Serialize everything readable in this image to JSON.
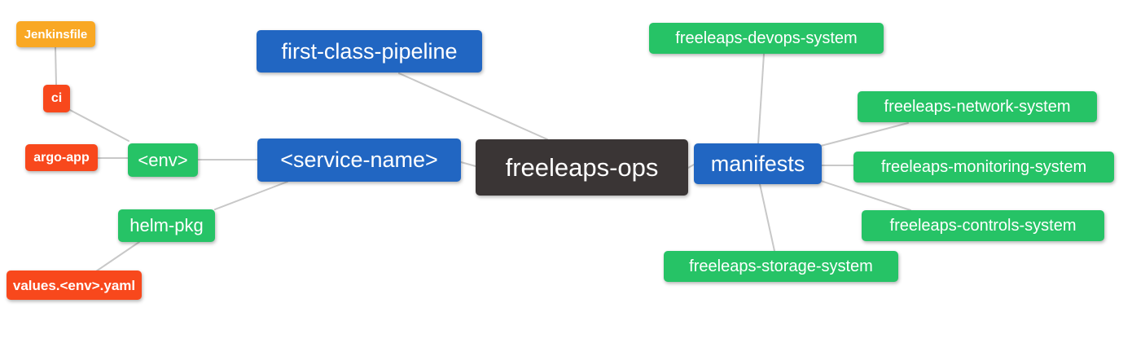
{
  "colors": {
    "blue": "#2166c2",
    "green": "#26c366",
    "orange": "#f9a824",
    "red": "#f8481c",
    "dark": "#3a3535",
    "edge": "#c8c8c8",
    "text": "#ffffff",
    "background": "#ffffff"
  },
  "nodes": {
    "root": {
      "label": "freeleaps-ops"
    },
    "first_class_pipeline": {
      "label": "first-class-pipeline"
    },
    "service_name": {
      "label": "<service-name>"
    },
    "env": {
      "label": "<env>"
    },
    "ci": {
      "label": "ci"
    },
    "jenkinsfile": {
      "label": "Jenkinsfile"
    },
    "argo_app": {
      "label": "argo-app"
    },
    "helm_pkg": {
      "label": "helm-pkg"
    },
    "values_env_yaml": {
      "label": "values.<env>.yaml"
    },
    "manifests": {
      "label": "manifests"
    },
    "devops": {
      "label": "freeleaps-devops-system"
    },
    "network": {
      "label": "freeleaps-network-system"
    },
    "monitoring": {
      "label": "freeleaps-monitoring-system"
    },
    "controls": {
      "label": "freeleaps-controls-system"
    },
    "storage": {
      "label": "freeleaps-storage-system"
    }
  },
  "edges": [
    [
      "jenkinsfile",
      "ci"
    ],
    [
      "ci",
      "env"
    ],
    [
      "argo_app",
      "env"
    ],
    [
      "env",
      "service_name"
    ],
    [
      "first_class_pipeline",
      "root"
    ],
    [
      "service_name",
      "root"
    ],
    [
      "helm_pkg",
      "service_name"
    ],
    [
      "values_env_yaml",
      "helm_pkg"
    ],
    [
      "root",
      "manifests"
    ],
    [
      "manifests",
      "devops"
    ],
    [
      "manifests",
      "network"
    ],
    [
      "manifests",
      "monitoring"
    ],
    [
      "manifests",
      "controls"
    ],
    [
      "manifests",
      "storage"
    ]
  ]
}
